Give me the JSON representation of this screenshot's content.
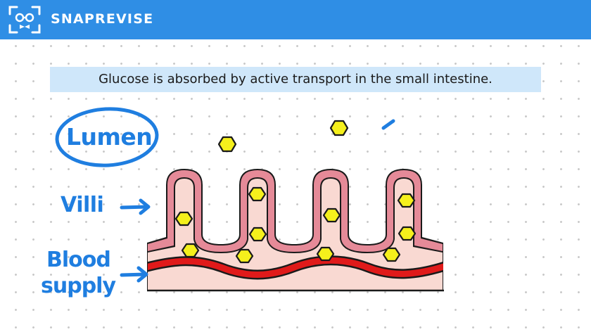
{
  "header": {
    "brand": "SNAPREVISE",
    "logo_icon": "bow-tie-face-icon",
    "background": "#2f8ee5"
  },
  "caption": {
    "text": "Glucose is absorbed by active transport in the small intestine.",
    "background": "#cfe7fa"
  },
  "labels": {
    "lumen": "Lumen",
    "villi": "Villi",
    "blood_line1": "Blood",
    "blood_line2": "supply"
  },
  "colors": {
    "label_blue": "#1f7ee0",
    "glucose_fill": "#f5f01c",
    "villi_edge": "#e58a98",
    "tissue_fill": "#f9d9d2",
    "blood_vessel": "#e01a1a"
  },
  "icons": [
    "glucose-hexagon-icon",
    "arrow-right-icon"
  ]
}
